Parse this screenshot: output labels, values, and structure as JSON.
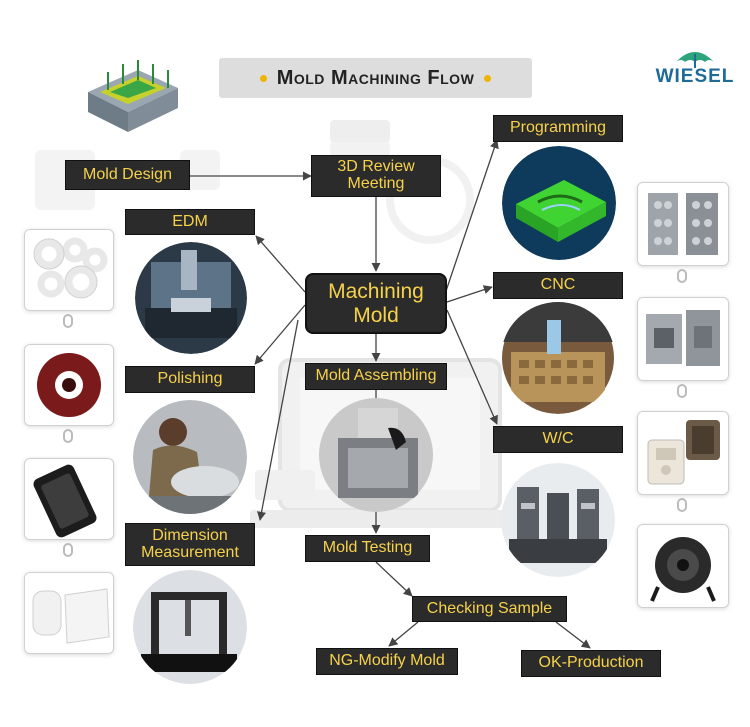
{
  "title": "Mold Machining Flow",
  "brand": {
    "name": "WIESEL",
    "color": "#1e6b99",
    "icon": "umbrella-icon"
  },
  "colors": {
    "box_bg": "#2b2b2b",
    "box_text": "#f6d24a",
    "arrow": "#444444",
    "accent": "#f0b400"
  },
  "nodes": {
    "mold_design": "Mold Design",
    "review_line1": "3D Review",
    "review_line2": "Meeting",
    "machining_line1": "Machining",
    "machining_line2": "Mold",
    "edm": "EDM",
    "polishing": "Polishing",
    "dimension_line1": "Dimension",
    "dimension_line2": "Measurement",
    "mold_assembling": "Mold Assembling",
    "mold_testing": "Mold Testing",
    "checking_sample": "Checking Sample",
    "ng_modify": "NG-Modify Mold",
    "ok_production": "OK-Production",
    "programming": "Programming",
    "cnc": "CNC",
    "wc": "W/C"
  }
}
